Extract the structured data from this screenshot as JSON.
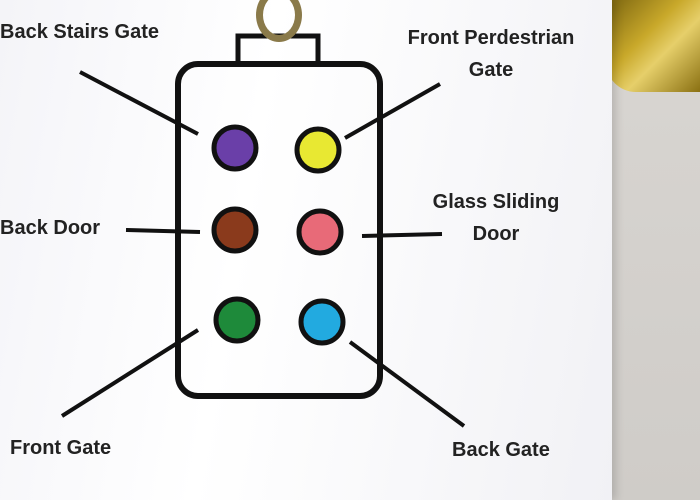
{
  "labels": {
    "back_stairs_gate": "Back Stairs Gate",
    "front_pedestrian_gate_line1": "Front Perdestrian",
    "front_pedestrian_gate_line2": "Gate",
    "back_door": "Back Door",
    "glass_sliding_door_line1": "Glass Sliding",
    "glass_sliding_door_line2": "Door",
    "front_gate": "Front Gate",
    "back_gate": "Back Gate"
  },
  "colors": {
    "back_stairs_gate": "#6a3fa8",
    "front_pedestrian_gate": "#e8e832",
    "back_door": "#8a3a1c",
    "glass_sliding_door": "#e86a78",
    "front_gate": "#1e8a3a",
    "back_gate": "#22aae0"
  }
}
